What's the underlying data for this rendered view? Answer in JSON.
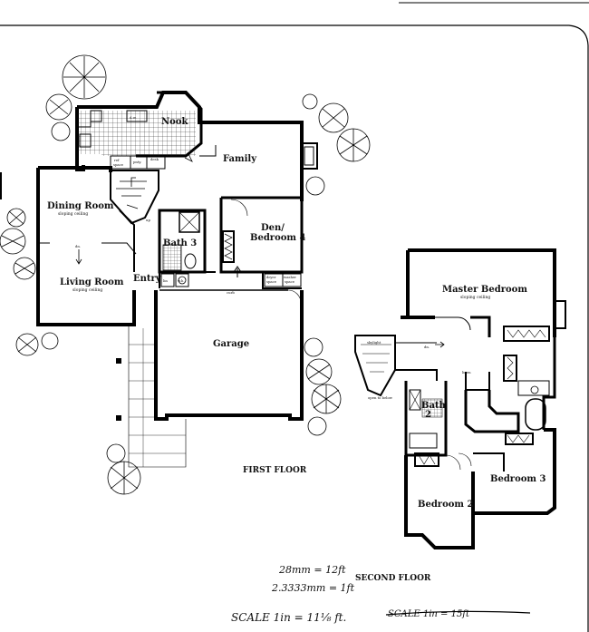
{
  "first_floor": {
    "title": "FIRST FLOOR",
    "rooms": {
      "nook": "Nook",
      "family": "Family",
      "dining": "Dining Room",
      "dining_note": "sloping ceiling",
      "living": "Living Room",
      "living_note": "sloping ceiling",
      "den": "Den/",
      "den2": "Bedroom 4",
      "bath3": "Bath 3",
      "entry": "Entry",
      "garage": "Garage"
    },
    "small": {
      "dw": "d.w.",
      "ref": "ref",
      "space": "space",
      "pnty": "pnty.",
      "desk": "desk",
      "dryer": "dryer",
      "dryer_space": "space",
      "washer": "washer",
      "washer_space": "space",
      "curb": "curb",
      "up": "up",
      "dn": "dn.",
      "lin": "lin",
      "wh": "w.h."
    }
  },
  "second_floor": {
    "title": "SECOND FLOOR",
    "rooms": {
      "master": "Master Bedroom",
      "master_note": "sloping ceiling",
      "bath2a": "Bath",
      "bath2b": "2",
      "bed2": "Bedroom 2",
      "bed3": "Bedroom 3"
    },
    "small": {
      "skylight": "skylight",
      "dn": "dn.",
      "open_below": "open to below",
      "linen": "linen"
    }
  },
  "notes": {
    "scale1": "28mm = 12ft",
    "scale2": "2.3333mm = 1ft",
    "scale3": "SCALE  1in = 11⅛ ft.",
    "scale_struck": "SCALE   1in = 15ft"
  }
}
